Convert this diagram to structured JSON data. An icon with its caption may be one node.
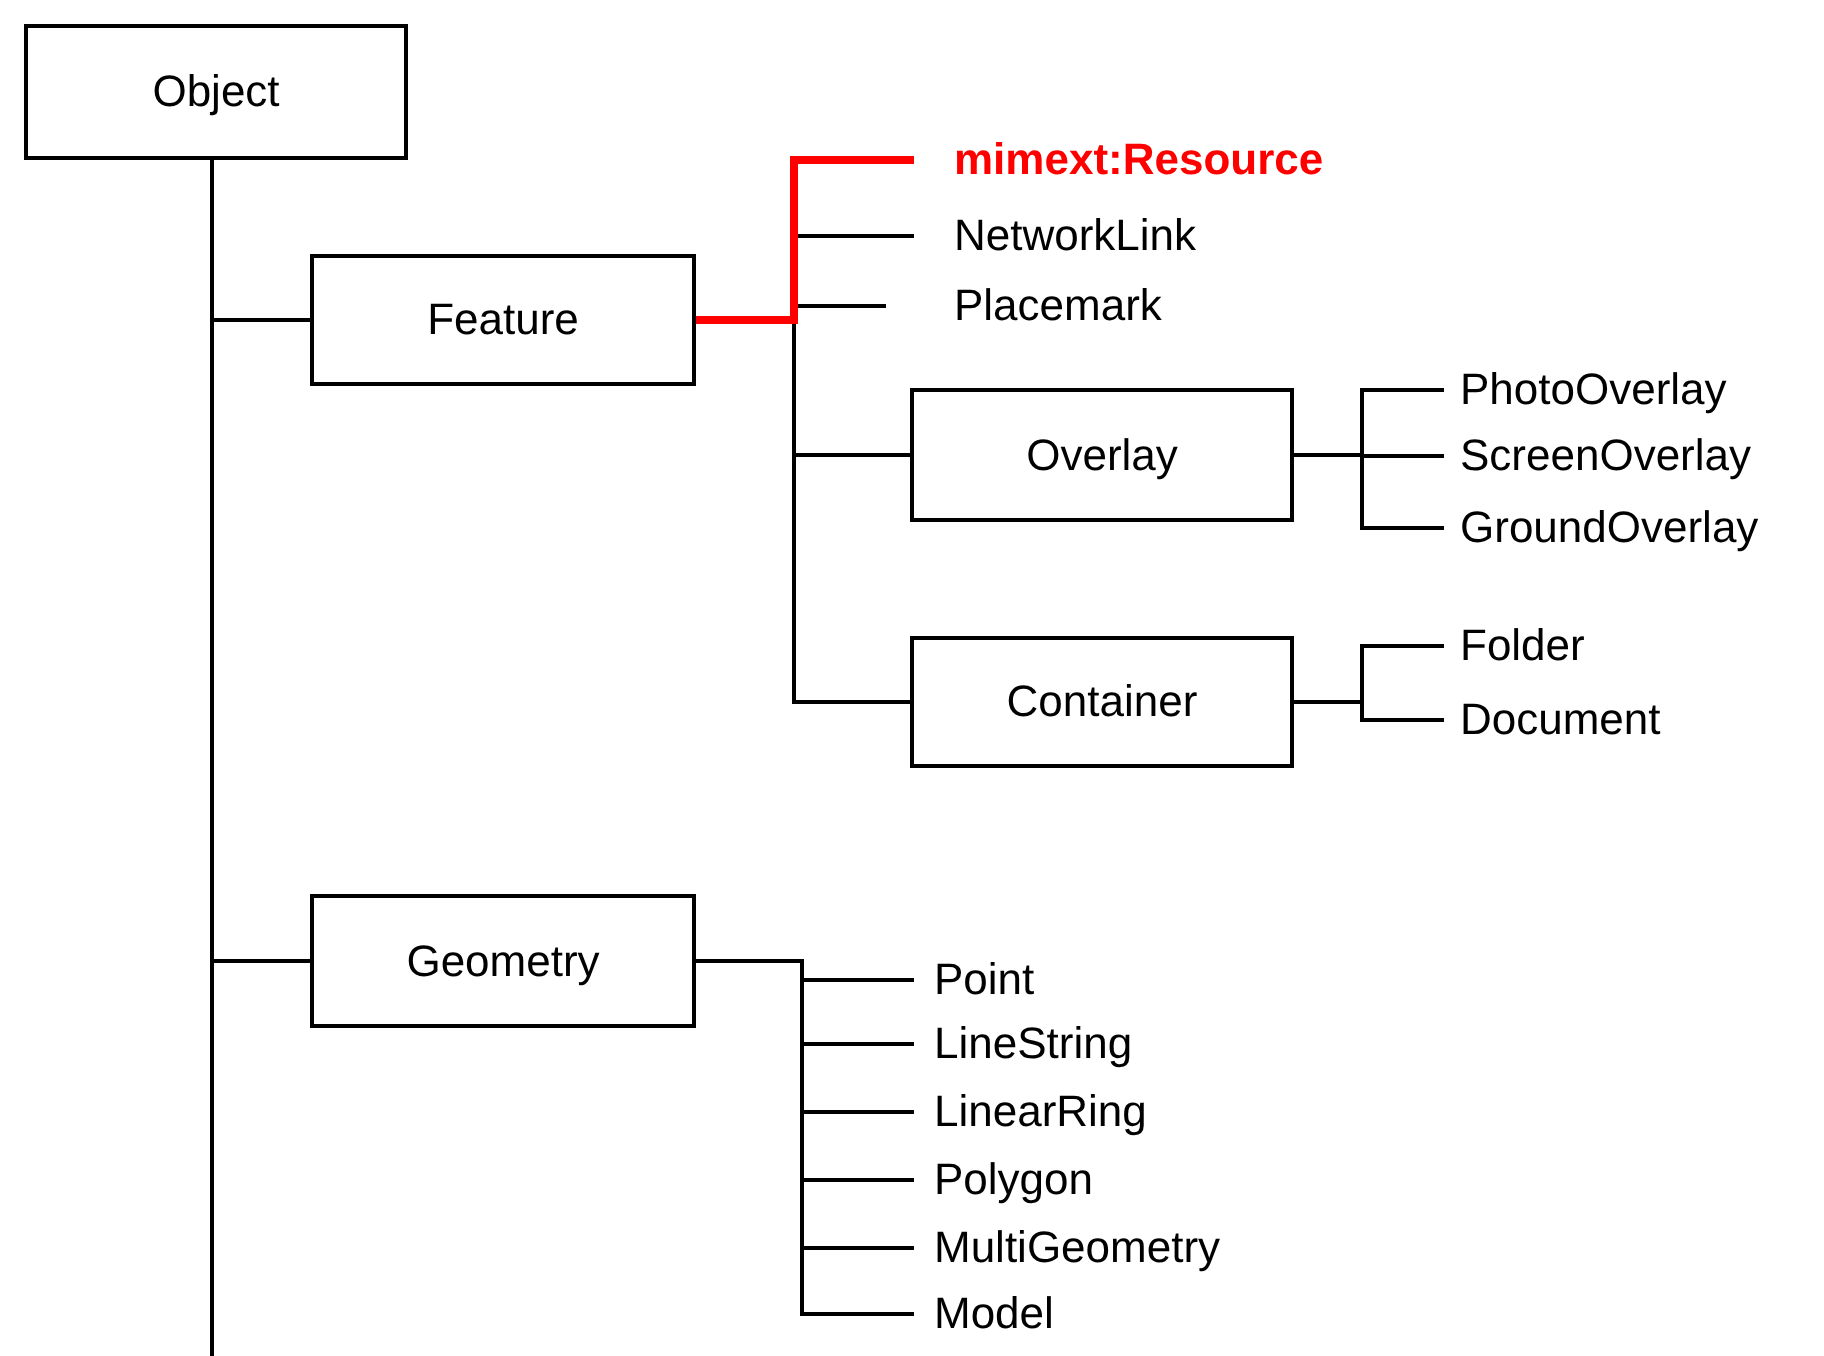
{
  "diagram": {
    "nodes": [
      {
        "text": [
          "Object"
        ]
      },
      {
        "text": [
          "Feature"
        ]
      },
      {
        "text": [
          "mimext:Resource"
        ]
      },
      {
        "text": [
          "NetworkLink"
        ]
      },
      {
        "text": [
          "Placemark"
        ]
      },
      {
        "text": [
          "Overlay"
        ]
      },
      {
        "text": [
          "PhotoOverlay"
        ]
      },
      {
        "text": [
          "ScreenOverlay"
        ]
      },
      {
        "text": [
          "GroundOverlay"
        ]
      },
      {
        "text": [
          "Container"
        ]
      },
      {
        "text": [
          "Folder"
        ]
      },
      {
        "text": [
          "Document"
        ]
      },
      {
        "text": [
          "Geometry"
        ]
      },
      {
        "text": [
          "Point"
        ]
      },
      {
        "text": [
          "LineString"
        ]
      },
      {
        "text": [
          "LinearRing"
        ]
      },
      {
        "text": [
          "Polygon"
        ]
      },
      {
        "text": [
          "MultiGeometry"
        ]
      },
      {
        "text": [
          "Model"
        ]
      }
    ],
    "edges": [
      {
        "from": 0,
        "to": 1,
        "arrow": "none"
      },
      {
        "from": 0,
        "to": 12,
        "arrow": "none"
      },
      {
        "from": 0,
        "to": null,
        "arrow": "none"
      },
      {
        "from": 1,
        "to": 3,
        "arrow": "none"
      },
      {
        "from": 1,
        "to": 4,
        "arrow": "none"
      },
      {
        "from": 1,
        "to": 5,
        "arrow": "none"
      },
      {
        "from": 1,
        "to": 9,
        "arrow": "none"
      },
      {
        "from": 5,
        "to": 6,
        "arrow": "none"
      },
      {
        "from": 5,
        "to": 7,
        "arrow": "none"
      },
      {
        "from": 5,
        "to": 8,
        "arrow": "none"
      },
      {
        "from": 9,
        "to": 10,
        "arrow": "none"
      },
      {
        "from": 9,
        "to": 11,
        "arrow": "none"
      },
      {
        "from": 12,
        "to": 13,
        "arrow": "none"
      },
      {
        "from": 12,
        "to": 14,
        "arrow": "none"
      },
      {
        "from": 12,
        "to": 15,
        "arrow": "none"
      },
      {
        "from": 12,
        "to": 16,
        "arrow": "none"
      },
      {
        "from": 12,
        "to": 17,
        "arrow": "none"
      },
      {
        "from": 12,
        "to": 18,
        "arrow": "none"
      },
      {
        "from": 1,
        "to": 2,
        "arrow": "none",
        "style": "thick",
        "color": "#ff0000"
      }
    ]
  }
}
